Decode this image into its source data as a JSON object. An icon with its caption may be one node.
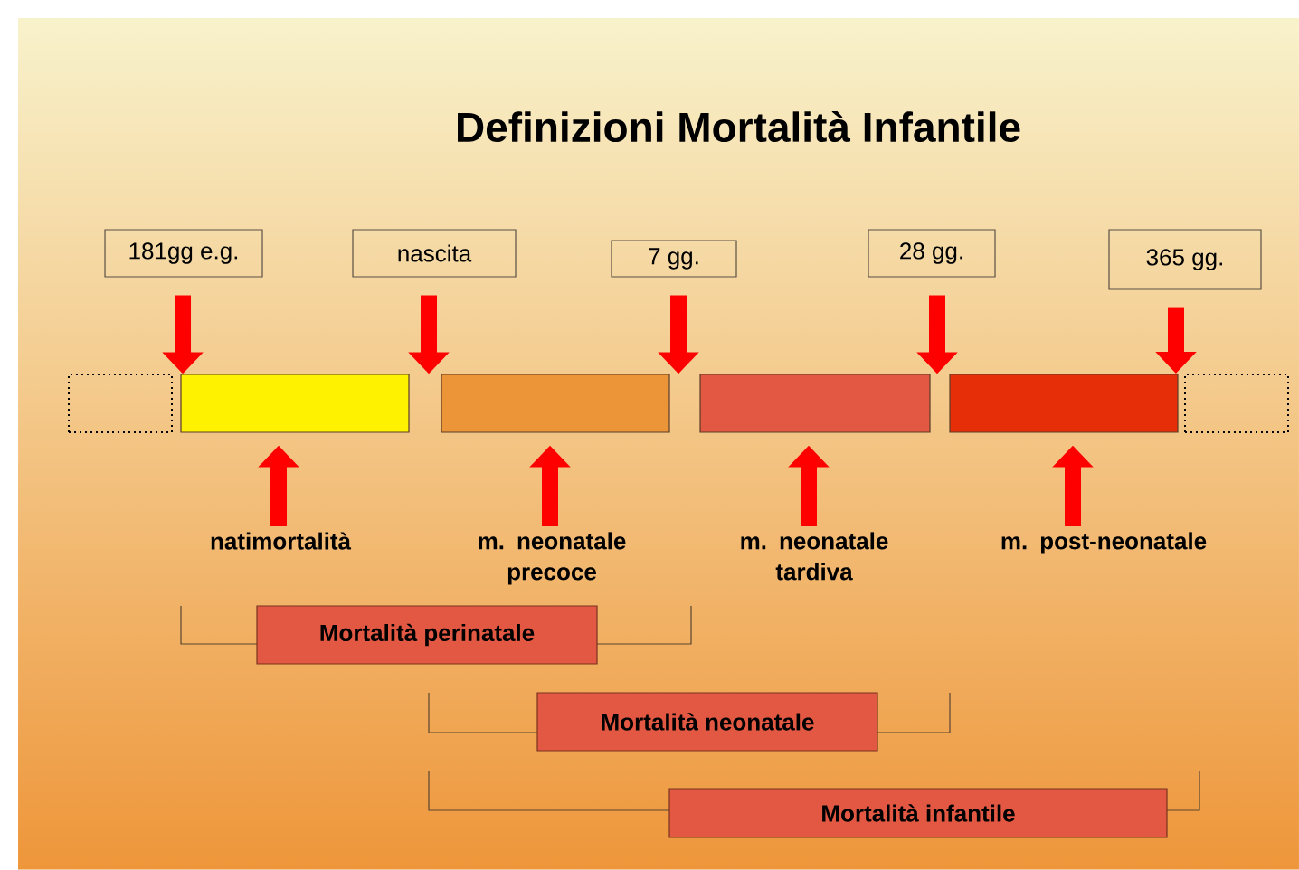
{
  "diagram": {
    "title": "Definizioni Mortalità Infantile",
    "nodes": [
      {
        "text": [
          "181gg e.g."
        ]
      },
      {
        "text": [
          "nascita"
        ]
      },
      {
        "text": [
          "7 gg."
        ]
      },
      {
        "text": [
          "28 gg."
        ]
      },
      {
        "text": [
          "365 gg."
        ]
      },
      {
        "text": [],
        "shape": "box"
      },
      {
        "text": [],
        "shape": "bar"
      },
      {
        "text": [],
        "shape": "bar"
      },
      {
        "text": [],
        "shape": "bar"
      },
      {
        "text": [],
        "shape": "bar"
      },
      {
        "text": [],
        "shape": "box"
      },
      {
        "text": [
          "natimortalità"
        ]
      },
      {
        "text": [
          "m. neonatale precoce"
        ]
      },
      {
        "text": [
          "m. neonatale tardiva"
        ]
      },
      {
        "text": [
          "m. post-neonatale"
        ]
      },
      {
        "text": [
          "Mortalità perinatale"
        ]
      },
      {
        "text": [
          "Mortalità neonatale"
        ]
      },
      {
        "text": [
          "Mortalità  infantile"
        ]
      }
    ],
    "edges": [
      {
        "from": 0,
        "to": 6,
        "arrow": "to"
      },
      {
        "from": 1,
        "to": 7,
        "arrow": "to"
      },
      {
        "from": 2,
        "to": 8,
        "arrow": "to"
      },
      {
        "from": 3,
        "to": 9,
        "arrow": "to"
      },
      {
        "from": 4,
        "to": 10,
        "arrow": "to"
      },
      {
        "from": 11,
        "to": 6,
        "arrow": "to"
      },
      {
        "from": 12,
        "to": 7,
        "arrow": "to"
      },
      {
        "from": 13,
        "to": 8,
        "arrow": "to"
      },
      {
        "from": 14,
        "to": 9,
        "arrow": "to"
      }
    ]
  }
}
